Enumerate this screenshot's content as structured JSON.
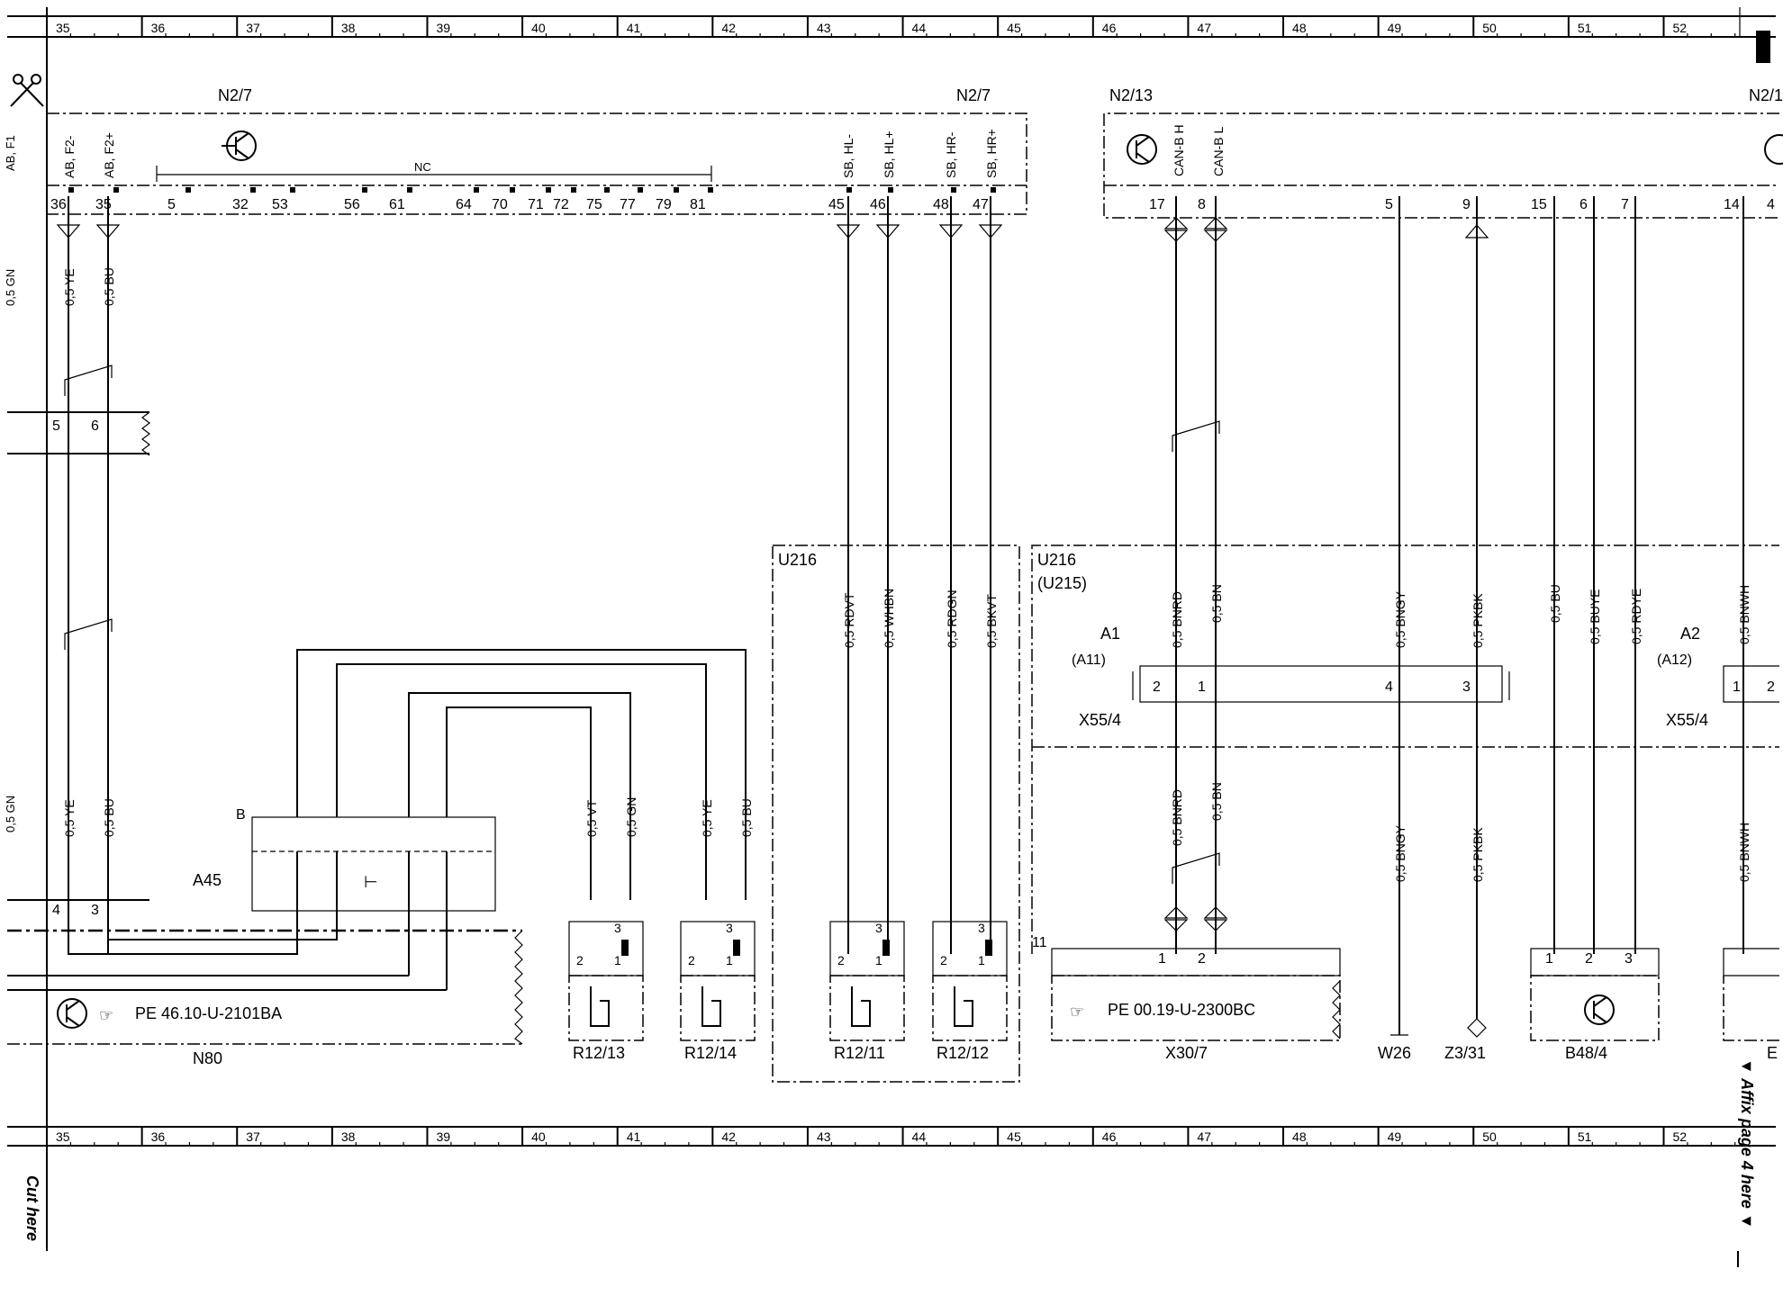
{
  "grid_numbers": [
    "35",
    "36",
    "37",
    "38",
    "39",
    "40",
    "41",
    "42",
    "43",
    "44",
    "45",
    "46",
    "47",
    "48",
    "49",
    "50",
    "51",
    "52"
  ],
  "left_margin_labels": [
    "AB, F1",
    "0,5 GN",
    "0,5 GN"
  ],
  "components": {
    "n27_left": "N2/7",
    "n27_right": "N2/7",
    "n213": "N2/13",
    "n21_cut": "N2/1",
    "a45": "A45",
    "a45_b": "B",
    "n80": "N80",
    "n80_ref": "PE 46.10-U-2101BA",
    "u216_left": "U216",
    "u216_right": "U216",
    "u215": "(U215)",
    "a1": "A1",
    "a11": "(A11)",
    "a2": "A2",
    "a12": "(A12)",
    "x554_left": "X55/4",
    "x554_right": "X55/4",
    "x307": "X30/7",
    "x307_ref": "PE 00.19-U-2300BC",
    "x307_pin": "11",
    "w26": "W26",
    "z331": "Z3/31",
    "b484": "B48/4",
    "r1213": "R12/13",
    "r1214": "R12/14",
    "r1211": "R12/11",
    "r1212": "R12/12",
    "nc": "NC",
    "cut_e": "E"
  },
  "pin_signals": [
    "AB, F2-",
    "AB, F2+",
    "SB, HL-",
    "SB, HL+",
    "SB, HR-",
    "SB, HR+",
    "CAN-B H",
    "CAN-B L"
  ],
  "n27_pins": [
    "36",
    "35",
    "5",
    "32",
    "53",
    "56",
    "61",
    "64",
    "70",
    "71",
    "72",
    "75",
    "77",
    "79",
    "81",
    "45",
    "46",
    "48",
    "47"
  ],
  "n213_pins": [
    "17",
    "8",
    "5",
    "9",
    "15",
    "6",
    "7",
    "14",
    "4"
  ],
  "wires": {
    "ye": "0,5 YE",
    "bu": "0,5 BU",
    "vt": "0,5 VT",
    "gn": "0,5 GN",
    "rdvt": "0,5 RDVT",
    "whbn": "0,5 WHBN",
    "rdgn": "0,5 RDGN",
    "bkvt": "0,5 BKVT",
    "bnrd": "0,5 BNRD",
    "bn": "0,5 BN",
    "bngy": "0,5 BNGY",
    "pkbk": "0,5 PKBK",
    "buye": "0,5 BUYE",
    "rdye": "0,5 RDYE",
    "bnwh": "0,5 BNWH"
  },
  "connector_pins": {
    "mid_5": "5",
    "mid_6": "6",
    "low_4": "4",
    "low_3": "3",
    "x554_2": "2",
    "x554_1": "1",
    "x554_4": "4",
    "x554_3": "3",
    "x554r_1": "1",
    "x554r_2": "2",
    "x307_1": "1",
    "x307_2": "2",
    "b484_1": "1",
    "b484_2": "2",
    "b484_3": "3",
    "r_1": "1",
    "r_2": "2",
    "r_3": "3"
  },
  "side_texts": {
    "cut_here": "Cut here",
    "affix": "▼ Affix page 4 here ▼"
  }
}
